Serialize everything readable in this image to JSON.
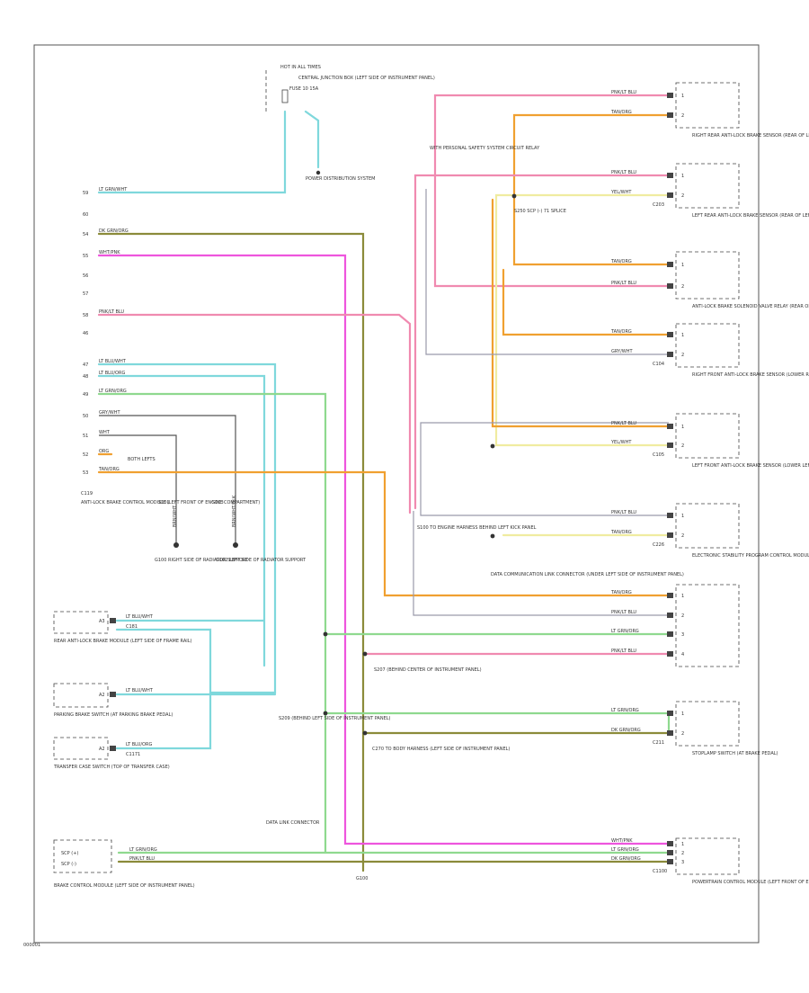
{
  "colors": {
    "cyan": "#7fd8dc",
    "green": "#8fd98f",
    "olive": "#8b8b3a",
    "magenta": "#ee55dd",
    "pink": "#f08ab0",
    "orange": "#f0a030",
    "yellow": "#f0eca0",
    "gray": "#9a9aaa",
    "dark": "#444444",
    "frame": "#555555"
  },
  "footer": {
    "code": "000001"
  },
  "top": {
    "fuse_label": "HOT IN ALL TIMES",
    "fuse_text": "CENTRAL JUNCTION BOX (LEFT SIDE OF INSTRUMENT PANEL)",
    "fuse_name": "FUSE 10 15A",
    "ground_label": "POWER DISTRIBUTION SYSTEM"
  },
  "left_pins": [
    {
      "num": "59",
      "wire": "LT GRN/WHT"
    },
    {
      "num": "60",
      "wire": ""
    },
    {
      "num": "54",
      "wire": "DK GRN/ORG"
    },
    {
      "num": "55",
      "wire": "WHT/PNK"
    },
    {
      "num": "56",
      "wire": ""
    },
    {
      "num": "57",
      "wire": ""
    },
    {
      "num": "58",
      "wire": "PNK/LT BLU"
    },
    {
      "num": "46",
      "wire": ""
    },
    {
      "num": "47",
      "wire": "LT BLU/WHT"
    },
    {
      "num": "48",
      "wire": "LT BLU/ORG"
    },
    {
      "num": "49",
      "wire": "LT GRN/ORG"
    },
    {
      "num": "50",
      "wire": "GRY/WHT"
    },
    {
      "num": "51",
      "wire": "WHT"
    },
    {
      "num": "52",
      "wire": "ORG"
    },
    {
      "num": "53",
      "wire": "TAN/ORG"
    }
  ],
  "left_module": {
    "title": "ANTI-LOCK BRAKE CONTROL MODULE (LEFT FRONT OF ENGINE COMPARTMENT)",
    "c_label": "C119"
  },
  "branch_labels": {
    "left_wires_a": "BRN/WHT",
    "left_wires_b": "BRN/WHT/BLK",
    "left_wires_note": "BOTH LEFTS",
    "gnd_left": "G100 RIGHT SIDE OF RADIATOR SUPPORT",
    "gnd_right": "G102 LEFT SIDE OF RADIATOR SUPPORT",
    "s_left": "S101",
    "s_right": "S103"
  },
  "right_components": [
    {
      "title": "RIGHT REAR ANTI-LOCK BRAKE SENSOR (REAR OF LEFT AXLE HOUSING)",
      "pins": [
        "1",
        "2"
      ],
      "wires": [
        "PNK/LT BLU",
        "TAN/ORG"
      ],
      "conn": ""
    },
    {
      "title": "LEFT REAR ANTI-LOCK BRAKE SENSOR (REAR OF LEFT AXLE HOUSING)",
      "pins": [
        "1",
        "2"
      ],
      "wires": [
        "PNK/LT BLU",
        "YEL/WHT"
      ],
      "conn": "C203"
    },
    {
      "title": "ANTI-LOCK BRAKE SOLENOID VALVE RELAY (REAR OF LEFT AXLE HOUSING)",
      "pins": [
        "1",
        "2"
      ],
      "wires": [
        "TAN/ORG",
        "PNK/LT BLU"
      ],
      "conn": ""
    },
    {
      "title": "RIGHT FRONT ANTI-LOCK BRAKE SENSOR (LOWER RIGHT FRONT OF WHEEL)",
      "pins": [
        "1",
        "2"
      ],
      "wires": [
        "TAN/ORG",
        "GRY/WHT"
      ],
      "conn": "C104"
    },
    {
      "title": "LEFT FRONT ANTI-LOCK BRAKE SENSOR (LOWER LEFT FRONT OF WHEEL)",
      "pins": [
        "1",
        "2"
      ],
      "wires": [
        "PNK/LT BLU",
        "YEL/WHT"
      ],
      "conn": "C105"
    },
    {
      "title": "ELECTRONIC STABILITY PROGRAM CONTROL MODULE (BEHIND INSTRUMENT PANEL)",
      "pins": [
        "1",
        "2"
      ],
      "wires": [
        "PNK/LT BLU",
        "TAN/ORG"
      ],
      "conn": "C226"
    },
    {
      "title": "",
      "pins": [
        "1",
        "2",
        "3",
        "4"
      ],
      "wires": [
        "TAN/ORG",
        "PNK/LT BLU",
        "LT GRN/ORG",
        "PNK/LT BLU"
      ],
      "conn": ""
    },
    {
      "title": "STOPLAMP SWITCH (AT BRAKE PEDAL)",
      "pins": [
        "1",
        "2"
      ],
      "wires": [
        "LT GRN/ORG",
        "DK GRN/ORG"
      ],
      "conn": "C211"
    },
    {
      "title": "POWERTRAIN CONTROL MODULE (LEFT FRONT OF ENGINE COMPARTMENT)",
      "pins": [
        "1",
        "2",
        "3"
      ],
      "wires": [
        "WHT/PNK",
        "LT GRN/ORG",
        "DK GRN/ORG"
      ],
      "conn": "C1100"
    }
  ],
  "middle_notes": {
    "note_top": "WITH PERSONAL SAFETY SYSTEM CIRCUIT RELAY",
    "note_s": "S250 SCP (-) 71 SPLICE",
    "note_c": "S100 TO ENGINE HARNESS BEHIND LEFT KICK PANEL",
    "note_orange": "DATA COMMUNICATION LINK CONNECTOR (UNDER LEFT SIDE OF INSTRUMENT PANEL)",
    "note_s2": "S207 (BEHIND CENTER OF INSTRUMENT PANEL)",
    "note_s3": "S209 (BEHIND LEFT SIDE OF INSTRUMENT PANEL)",
    "note_c3": "C270 TO BODY HARNESS (LEFT SIDE OF INSTRUMENT PANEL)",
    "note_lower": "DATA LINK CONNECTOR",
    "g_label": "G100"
  },
  "bottom_left": [
    {
      "title": "REAR ANTI-LOCK BRAKE MODULE (LEFT SIDE OF FRAME RAIL)",
      "pin": "A3",
      "wire": "LT BLU/WHT",
      "conn": "C181"
    },
    {
      "title": "PARKING BRAKE SWITCH (AT PARKING BRAKE PEDAL)",
      "pin": "A2",
      "wire": "LT BLU/WHT",
      "conn": ""
    },
    {
      "title": "TRANSFER CASE SWITCH (TOP OF TRANSFER CASE)",
      "pin": "A2",
      "wire": "LT BLU/ORG",
      "conn": "C1171"
    }
  ],
  "bottom_module": {
    "title": "BRAKE CONTROL MODULE (LEFT SIDE OF INSTRUMENT PANEL)",
    "pins": [
      "SCP (+)",
      "SCP (-)"
    ],
    "wires": [
      "LT GRN/ORG",
      "PNK/LT BLU"
    ]
  }
}
